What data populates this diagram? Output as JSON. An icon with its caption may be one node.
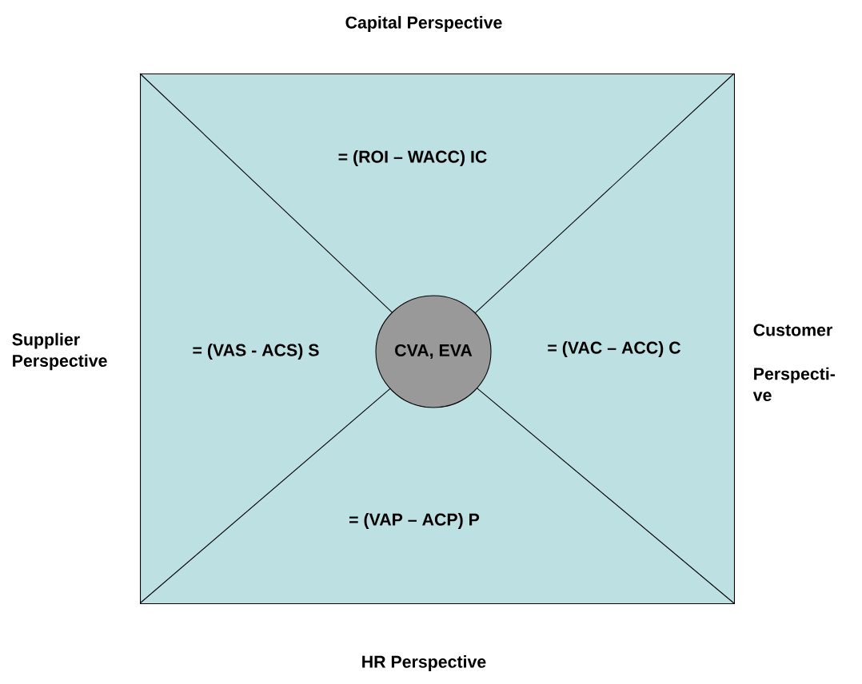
{
  "diagram": {
    "nodes": [
      {
        "text": [
          "= (ROI – WACC) IC",
          "= (VAS - ACS) S",
          "= (VAC – ACC) C",
          "= (VAP – ACP) P"
        ]
      },
      {
        "text": [
          "CVA, EVA"
        ],
        "in": 0
      }
    ],
    "labels": [
      "Capital Perspective",
      "Supplier Perspective",
      "Customer",
      "Perspecti- ve",
      "HR Perspective"
    ]
  }
}
